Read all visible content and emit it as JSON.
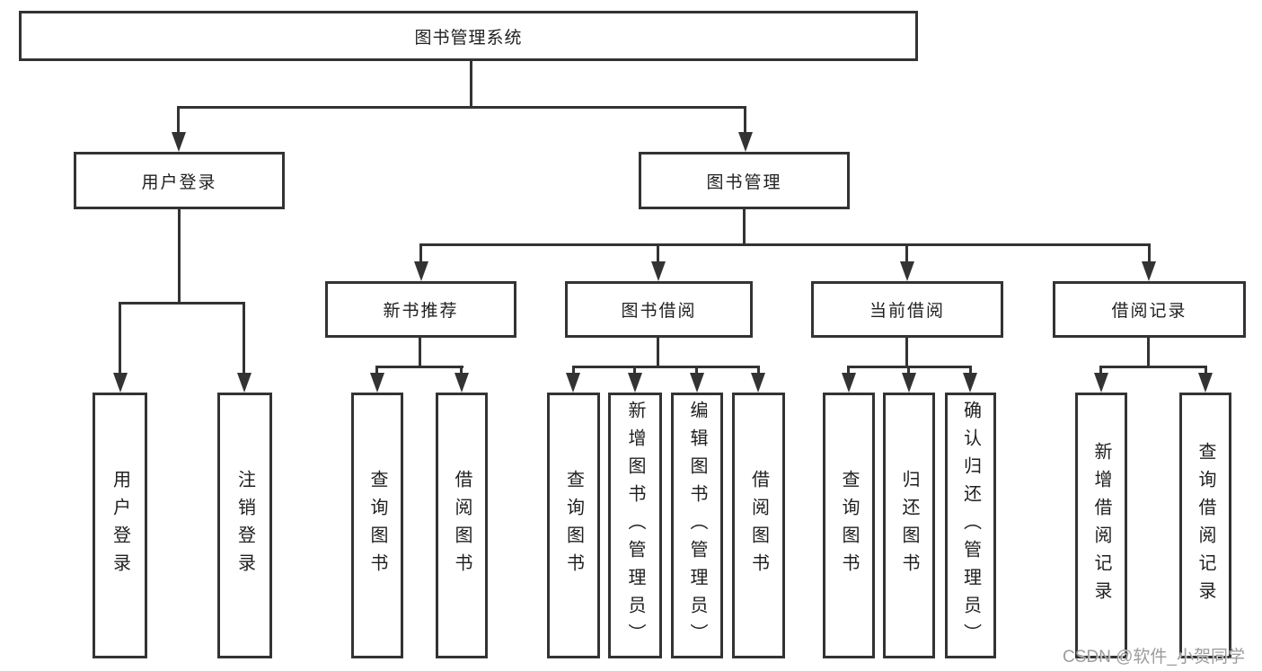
{
  "diagram": {
    "nodes": {
      "root": {
        "label": "图书管理系统"
      },
      "user_login": {
        "label": "用户登录"
      },
      "book_management": {
        "label": "图书管理"
      },
      "new_book_recommend": {
        "label": "新书推荐"
      },
      "book_borrowing": {
        "label": "图书借阅"
      },
      "current_borrowing": {
        "label": "当前借阅"
      },
      "borrowing_records": {
        "label": "借阅记录"
      },
      "leaf_user_login": {
        "label": "用户登录"
      },
      "leaf_logout": {
        "label": "注销登录"
      },
      "leaf_nbr_query_books": {
        "label": "查询图书"
      },
      "leaf_nbr_borrow_books": {
        "label": "借阅图书"
      },
      "leaf_bb_query_books": {
        "label": "查询图书"
      },
      "leaf_bb_add_books": {
        "label": "新增图书（管理员）"
      },
      "leaf_bb_edit_books": {
        "label": "编辑图书（管理员）"
      },
      "leaf_bb_borrow_books": {
        "label": "借阅图书"
      },
      "leaf_cb_query_books": {
        "label": "查询图书"
      },
      "leaf_cb_return_books": {
        "label": "归还图书"
      },
      "leaf_cb_confirm_return": {
        "label": "确认归还（管理员）"
      },
      "leaf_br_add_record": {
        "label": "新增借阅记录"
      },
      "leaf_br_query_record": {
        "label": "查询借阅记录"
      }
    }
  },
  "watermark": {
    "text": "CSDN @软件_小贺同学"
  },
  "colors": {
    "line": "#333333",
    "text": "#1f1f1f",
    "background": "#ffffff",
    "watermark": "#9c9c9c"
  }
}
